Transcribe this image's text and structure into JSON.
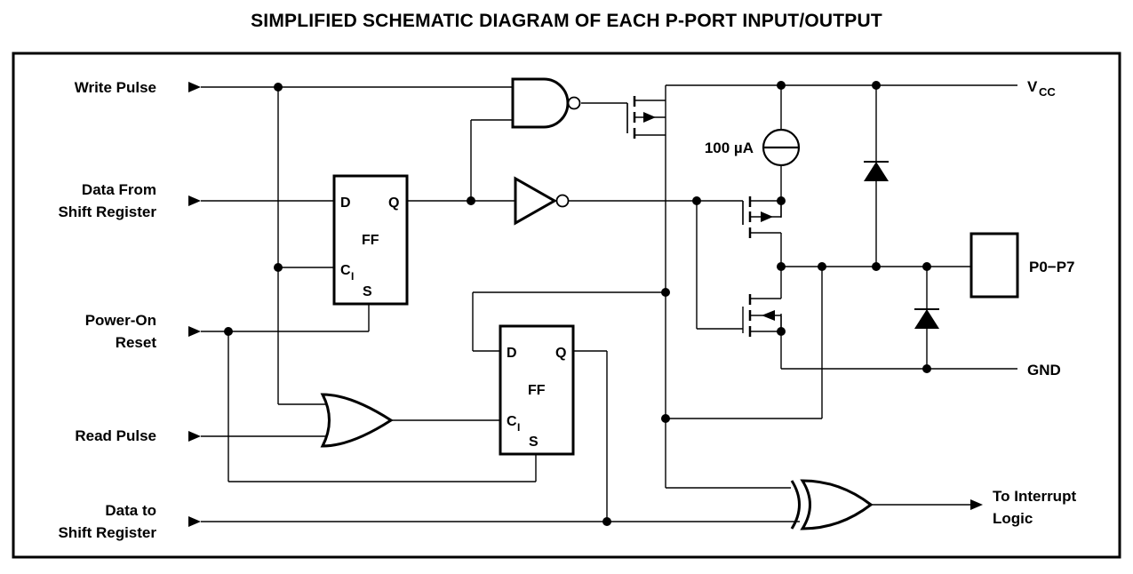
{
  "title": "SIMPLIFIED SCHEMATIC DIAGRAM OF EACH P-PORT INPUT/OUTPUT",
  "inputs": {
    "write_pulse": "Write Pulse",
    "data_from_1": "Data From",
    "data_from_2": "Shift Register",
    "power_on_1": "Power-On",
    "power_on_2": "Reset",
    "read_pulse": "Read Pulse",
    "data_to_1": "Data to",
    "data_to_2": "Shift Register"
  },
  "flipflop1": {
    "d": "D",
    "q": "Q",
    "name": "FF",
    "clk": "C",
    "clk_sub": "I",
    "s": "S"
  },
  "flipflop2": {
    "d": "D",
    "q": "Q",
    "name": "FF",
    "clk": "C",
    "clk_sub": "I",
    "s": "S"
  },
  "current_source": "100 µA",
  "vcc": "V",
  "vcc_sub": "CC",
  "gnd": "GND",
  "port": "P0−P7",
  "output_1": "To Interrupt",
  "output_2": "Logic"
}
